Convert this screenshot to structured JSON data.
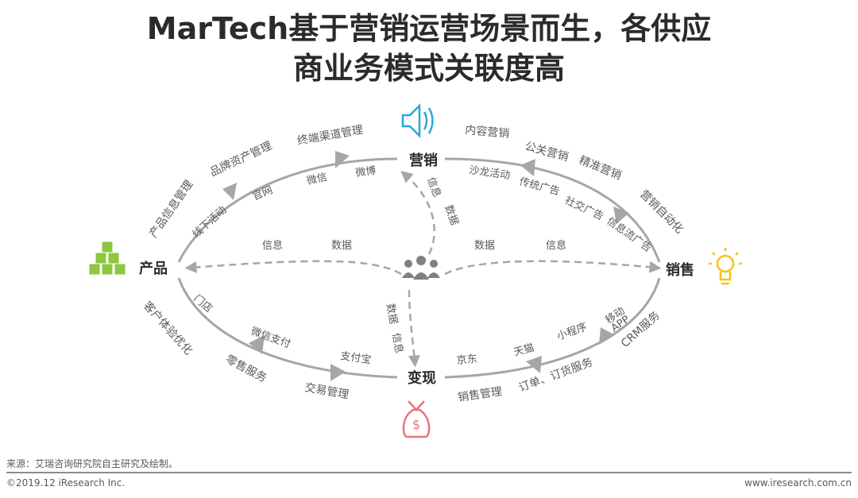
{
  "title_line1": "MarTech基于营销运营场景而生，各供应",
  "title_line2": "商业务模式关联度高",
  "nodes": {
    "marketing": "营销",
    "product": "产品",
    "sales": "销售",
    "monetization": "变现"
  },
  "outer_labels": {
    "left_top": [
      "终端渠道管理",
      "品牌资产管理",
      "产品信息管理"
    ],
    "right_top": [
      "内容营销",
      "公关营销",
      "精准营销",
      "营销自动化"
    ],
    "left_bottom": [
      "客户体验优化",
      "零售服务",
      "交易管理"
    ],
    "right_bottom": [
      "销售管理",
      "订单、订货服务",
      "CRM服务"
    ]
  },
  "inner_labels": {
    "left_top": [
      "微博",
      "微信",
      "官网",
      "线下活动"
    ],
    "right_top": [
      "沙龙活动",
      "传统广告",
      "社交广告",
      "信息流广告"
    ],
    "left_bottom": [
      "门店",
      "微信支付",
      "支付宝"
    ],
    "right_bottom": [
      "京东",
      "天猫",
      "小程序",
      "移动",
      "APP"
    ]
  },
  "flow_labels": {
    "info": "信息",
    "data": "数据"
  },
  "colors": {
    "arc": "#a6a6a6",
    "dashed": "#a6a6a6",
    "marketing_icon": "#2aa7d8",
    "product_icon": "#8dc63f",
    "sales_icon": "#f5c518",
    "money_icon": "#e8757a",
    "people_icon": "#7f7f7f"
  },
  "footer": {
    "source": "来源：艾瑞咨询研究院自主研究及绘制。",
    "copyright": "©2019.12 iResearch Inc.",
    "website": "www.iresearch.com.cn"
  }
}
